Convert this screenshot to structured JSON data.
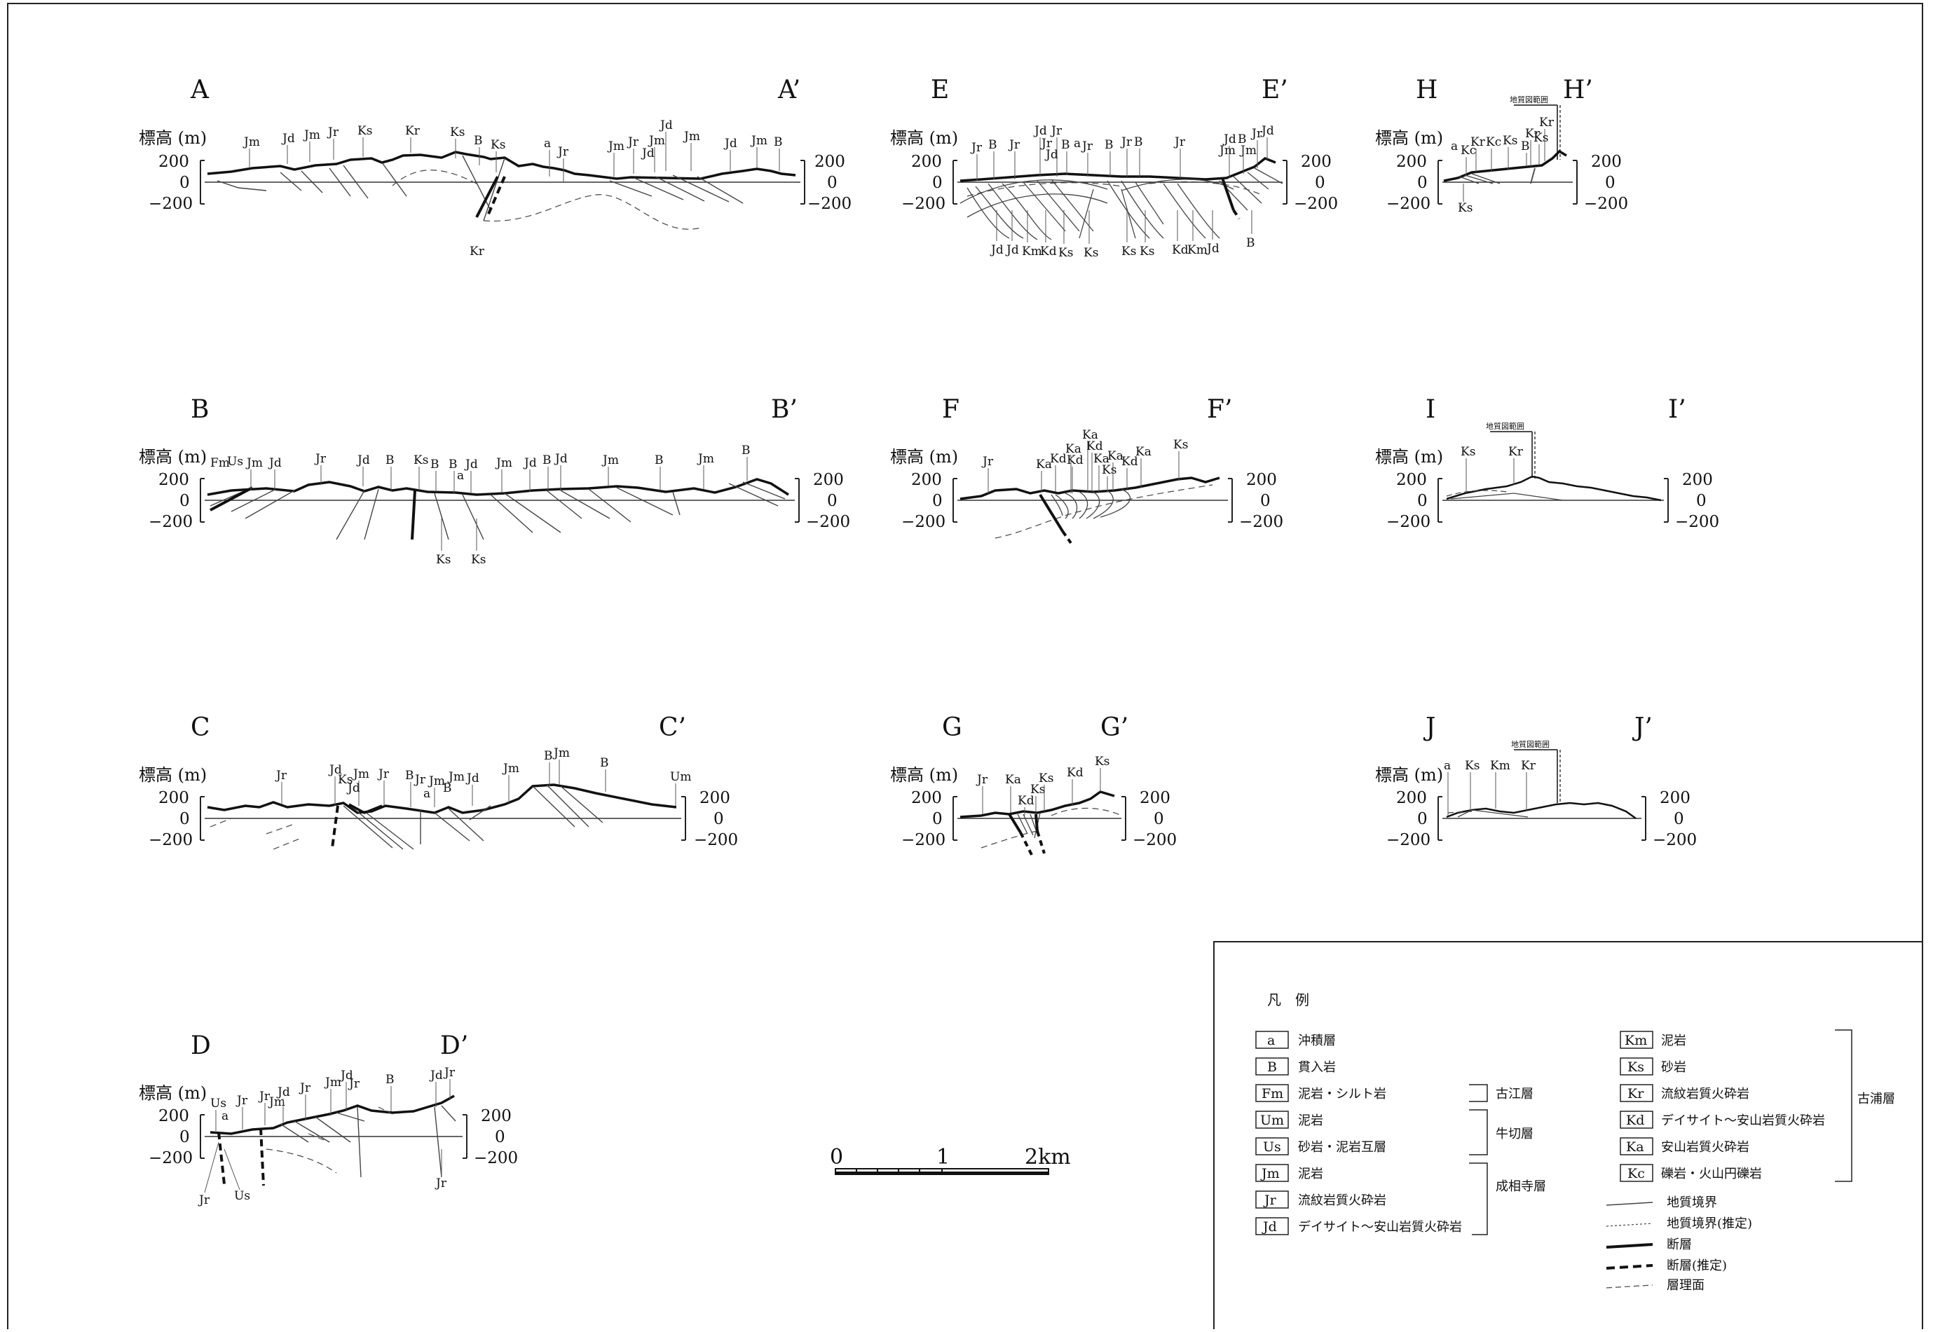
{
  "sections": [
    {
      "id": "A",
      "left": "A",
      "right": "A’",
      "axis_title": "標高 (m)",
      "ticks": [
        "200",
        "0",
        "−200"
      ],
      "units": [
        "Jm",
        "Jd",
        "Jm",
        "Jr",
        "Ks",
        "Kr",
        "Ks",
        "B",
        "Ks",
        "a",
        "Jr",
        "Jm",
        "Jr",
        "Jm",
        "Jd",
        "Jd",
        "Jm",
        "Jd",
        "Jm",
        "B",
        "Kr"
      ]
    },
    {
      "id": "B",
      "left": "B",
      "right": "B’",
      "axis_title": "標高 (m)",
      "ticks": [
        "200",
        "0",
        "−200"
      ],
      "units": [
        "Fm",
        "Us",
        "Jm",
        "Jd",
        "Jr",
        "Jd",
        "B",
        "Ks",
        "B",
        "B",
        "a",
        "Jd",
        "Jm",
        "Jd",
        "B",
        "Jd",
        "Jm",
        "B",
        "Jm",
        "B",
        "Ks",
        "Ks"
      ]
    },
    {
      "id": "C",
      "left": "C",
      "right": "C’",
      "axis_title": "標高 (m)",
      "ticks": [
        "200",
        "0",
        "−200"
      ],
      "units": [
        "Jr",
        "Jd",
        "Ks",
        "Jm",
        "Jd",
        "Jr",
        "B",
        "Jr",
        "Jm",
        "a",
        "B",
        "Jm",
        "Jd",
        "Jm",
        "B",
        "Jm",
        "B",
        "Um"
      ]
    },
    {
      "id": "D",
      "left": "D",
      "right": "D’",
      "axis_title": "標高 (m)",
      "ticks": [
        "200",
        "0",
        "−200"
      ],
      "units": [
        "Us",
        "a",
        "Jr",
        "Jr",
        "Jm",
        "Jd",
        "Jr",
        "Jm",
        "Jd",
        "Jr",
        "B",
        "Jd",
        "Jr",
        "Jr",
        "Us",
        "Jr"
      ]
    },
    {
      "id": "E",
      "left": "E",
      "right": "E’",
      "axis_title": "標高 (m)",
      "ticks": [
        "200",
        "0",
        "−200"
      ],
      "units": [
        "Jr",
        "B",
        "Jr",
        "Jd",
        "Jr",
        "Jr",
        "Jd",
        "B",
        "a",
        "Jr",
        "B",
        "Jr",
        "B",
        "Jr",
        "Jd",
        "B",
        "Jm",
        "Jm",
        "Jr",
        "Jd",
        "Jd",
        "Jd",
        "Km",
        "Kd",
        "Ks",
        "Ks",
        "Ks",
        "Ks",
        "Kd",
        "Km",
        "Jd",
        "B"
      ]
    },
    {
      "id": "F",
      "left": "F",
      "right": "F’",
      "axis_title": "標高 (m)",
      "ticks": [
        "200",
        "0",
        "−200"
      ],
      "units": [
        "Jr",
        "Ka",
        "Kd",
        "Ka",
        "Kd",
        "Ka",
        "Kd",
        "Ks",
        "Ka",
        "Ka",
        "Kd",
        "Ka",
        "Ks"
      ]
    },
    {
      "id": "G",
      "left": "G",
      "right": "G’",
      "axis_title": "標高 (m)",
      "ticks": [
        "200",
        "0",
        "−200"
      ],
      "units": [
        "Jr",
        "Ka",
        "Kd",
        "Ks",
        "Ks",
        "Kd",
        "Ks"
      ]
    },
    {
      "id": "H",
      "left": "H",
      "right": "H’",
      "axis_title": "標高 (m)",
      "ticks": [
        "200",
        "0",
        "−200"
      ],
      "units": [
        "a",
        "Kc",
        "Kr",
        "Kc",
        "Ks",
        "Kr",
        "B",
        "Ks",
        "Kr",
        "Ks"
      ],
      "note": "地質図範囲"
    },
    {
      "id": "I",
      "left": "I",
      "right": "I’",
      "axis_title": "標高 (m)",
      "ticks": [
        "200",
        "0",
        "−200"
      ],
      "units": [
        "Ks",
        "Kr"
      ],
      "note": "地質図範囲"
    },
    {
      "id": "J",
      "left": "J",
      "right": "J’",
      "axis_title": "標高 (m)",
      "ticks": [
        "200",
        "0",
        "−200"
      ],
      "units": [
        "a",
        "Ks",
        "Km",
        "Kr"
      ],
      "note": "地質図範囲"
    }
  ],
  "scale_bar": {
    "labels": [
      "0",
      "1",
      "2km"
    ]
  },
  "legend": {
    "heading": "凡　例",
    "left_items": [
      {
        "code": "a",
        "label": "沖積層"
      },
      {
        "code": "B",
        "label": "貫入岩"
      },
      {
        "code": "Fm",
        "label": "泥岩・シルト岩"
      },
      {
        "code": "Um",
        "label": "泥岩"
      },
      {
        "code": "Us",
        "label": "砂岩・泥岩互層"
      },
      {
        "code": "Jm",
        "label": "泥岩"
      },
      {
        "code": "Jr",
        "label": "流紋岩質火砕岩"
      },
      {
        "code": "Jd",
        "label": "デイサイト〜安山岩質火砕岩"
      }
    ],
    "left_groups": [
      "古江層",
      "牛切層",
      "成相寺層"
    ],
    "right_items": [
      {
        "code": "Km",
        "label": "泥岩"
      },
      {
        "code": "Ks",
        "label": "砂岩"
      },
      {
        "code": "Kr",
        "label": "流紋岩質火砕岩"
      },
      {
        "code": "Kd",
        "label": "デイサイト〜安山岩質火砕岩"
      },
      {
        "code": "Ka",
        "label": "安山岩質火砕岩"
      },
      {
        "code": "Kc",
        "label": "礫岩・火山円礫岩"
      }
    ],
    "right_group": "古浦層",
    "line_items": [
      "地質境界",
      "地質境界(推定)",
      "断層",
      "断層(推定)",
      "層理面"
    ]
  }
}
